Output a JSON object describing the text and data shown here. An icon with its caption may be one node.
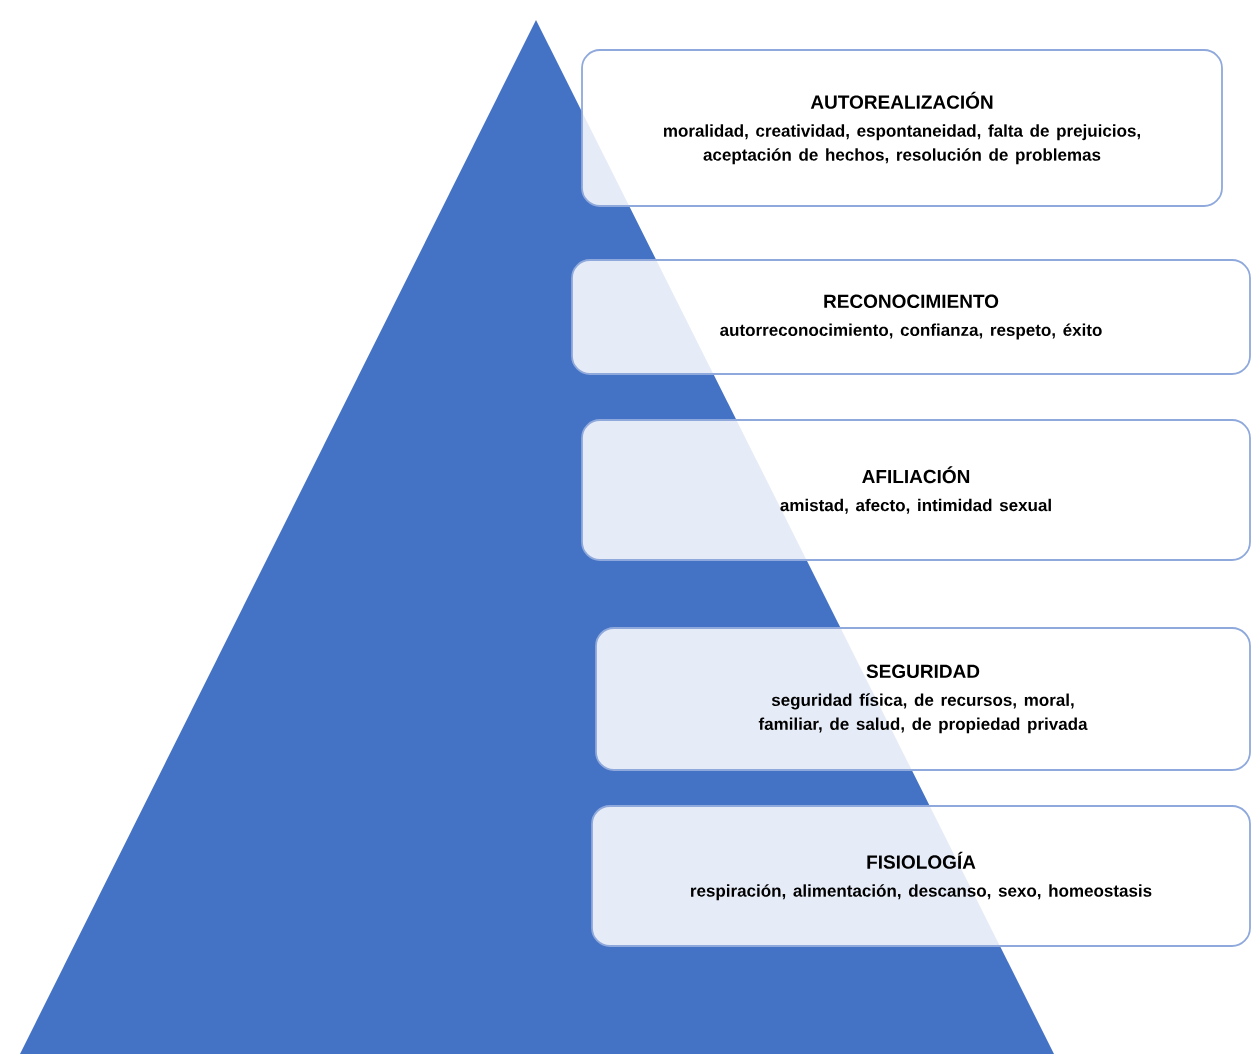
{
  "diagram": {
    "nodes": [
      {
        "text": [
          "AUTOREALIZACIÓN",
          "moralidad, creatividad, espontaneidad, falta de prejuicios, aceptación de hechos, resolución de problemas"
        ]
      },
      {
        "text": [
          "RECONOCIMIENTO",
          "autorreconocimiento, confianza, respeto, éxito"
        ]
      },
      {
        "text": [
          "AFILIACIÓN",
          "amistad, afecto, intimidad sexual"
        ]
      },
      {
        "text": [
          "SEGURIDAD",
          "seguridad física, de recursos, moral, familiar, de salud, de propiedad privada"
        ]
      },
      {
        "text": [
          "FISIOLOGÍA",
          "respiración, alimentación, descanso, sexo, homeostasis"
        ]
      }
    ]
  }
}
